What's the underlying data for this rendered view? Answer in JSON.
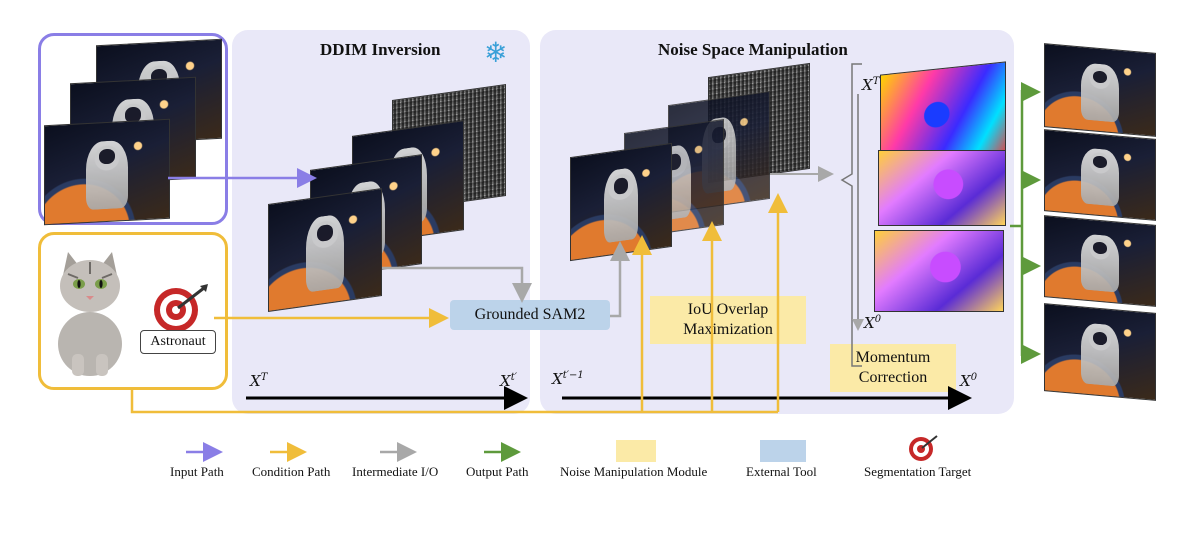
{
  "panels": {
    "ddim_title": "DDIM Inversion",
    "noise_title": "Noise Space Manipulation"
  },
  "modules": {
    "grounded_sam": "Grounded SAM2",
    "iou_line1": "IoU Overlap",
    "iou_line2": "Maximization",
    "momentum_line1": "Momentum",
    "momentum_line2": "Correction"
  },
  "condition": {
    "target_label": "Astronaut"
  },
  "axes": {
    "ddim_start_base": "X",
    "ddim_start_sup": "T",
    "ddim_end_base": "X",
    "ddim_end_sup": "t′",
    "noise_start_base": "X",
    "noise_start_sup": "t′−1",
    "noise_end_base": "X",
    "noise_end_sup": "0",
    "stack_top_base": "X",
    "stack_top_sup": "T",
    "stack_bottom_base": "X",
    "stack_bottom_sup": "0"
  },
  "legend": {
    "input_path": "Input Path",
    "condition_path": "Condition Path",
    "intermediate": "Intermediate I/O",
    "output_path": "Output Path",
    "noise_module": "Noise Manipulation Module",
    "external_tool": "External Tool",
    "segmentation_target": "Segmentation Target"
  },
  "colors": {
    "input": "#8a7ee6",
    "condition": "#f0bd3a",
    "intermediate": "#a8a8a8",
    "output": "#5e9a3c",
    "panel_bg": "#e9e8f8",
    "module_bg": "#fbeaa7",
    "tool_bg": "#bcd3ea"
  }
}
